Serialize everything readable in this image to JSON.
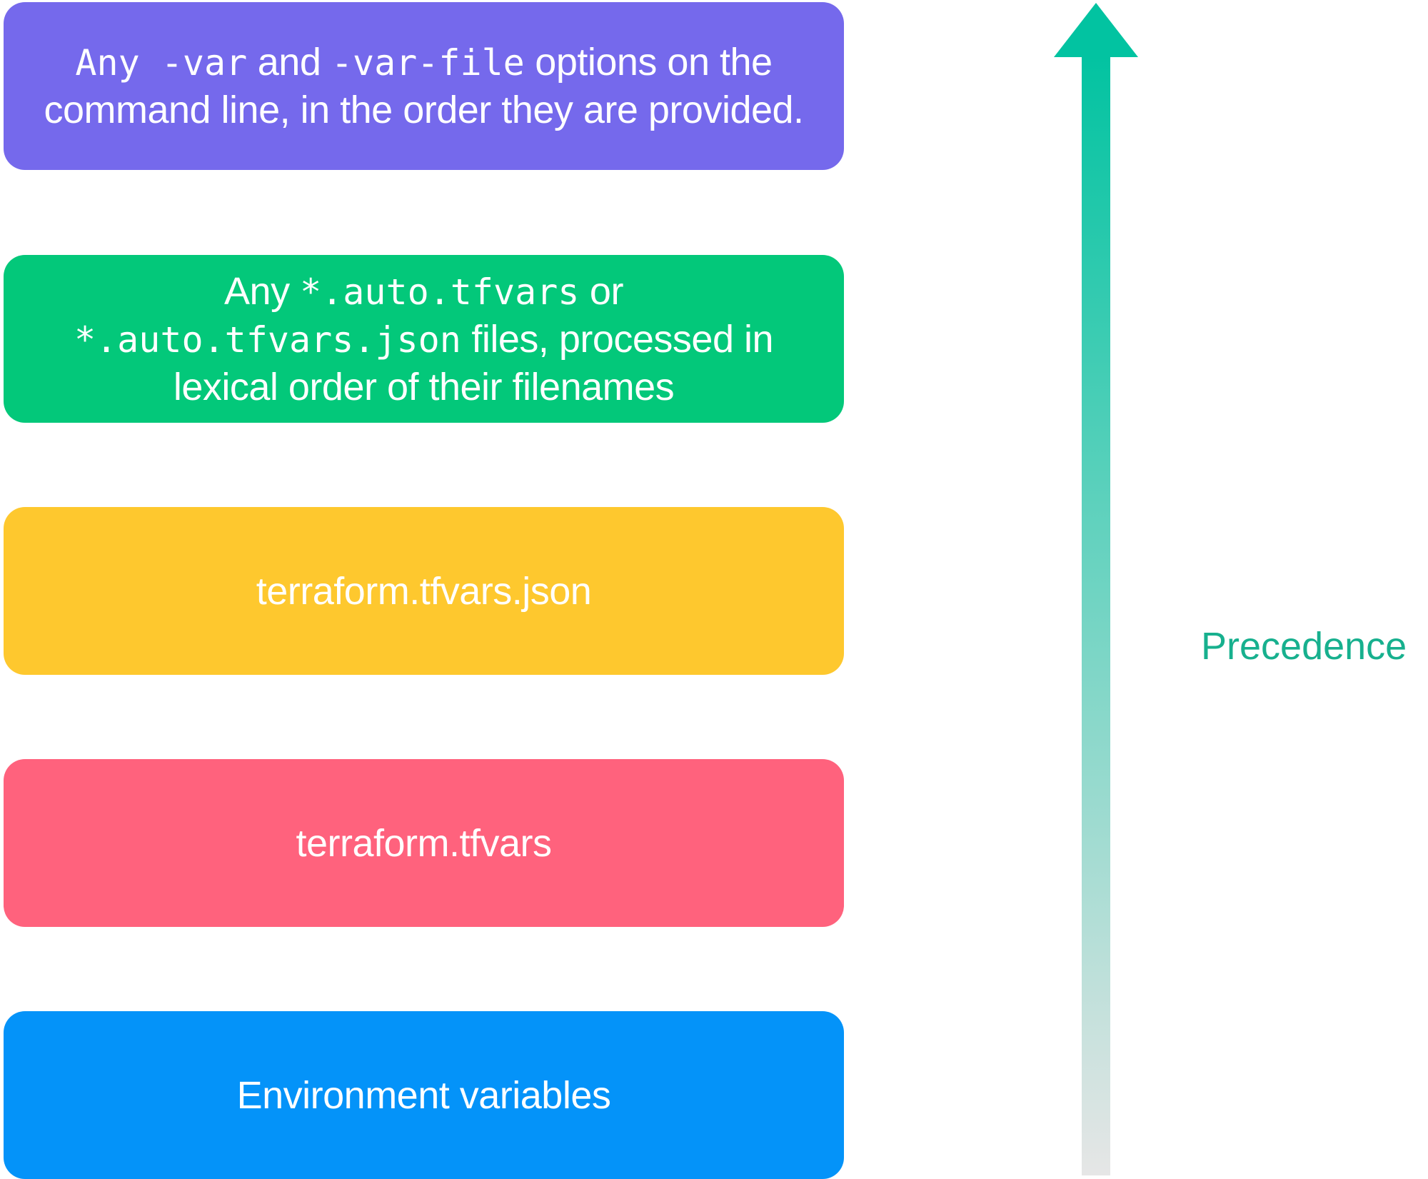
{
  "layers": [
    {
      "id": "cli",
      "color": "#7569ec",
      "parts": [
        {
          "text": "Any -var",
          "mono": true
        },
        {
          "text": " and ",
          "mono": false
        },
        {
          "text": "-var-file",
          "mono": true
        },
        {
          "text": " options on the",
          "mono": false
        },
        {
          "break": true
        },
        {
          "text": "command line, in the order they are provided.",
          "mono": false
        }
      ]
    },
    {
      "id": "auto",
      "color": "#03c87a",
      "parts": [
        {
          "text": "Any ",
          "mono": false
        },
        {
          "text": "*.auto.tfvars",
          "mono": true
        },
        {
          "text": " or",
          "mono": false
        },
        {
          "break": true
        },
        {
          "text": "*.auto.tfvars.json",
          "mono": true
        },
        {
          "text": " files, processed in",
          "mono": false
        },
        {
          "break": true
        },
        {
          "text": "lexical order of their filenames",
          "mono": false
        }
      ]
    },
    {
      "id": "json",
      "color": "#fec82e",
      "parts": [
        {
          "text": "terraform.tfvars.json",
          "mono": false
        }
      ]
    },
    {
      "id": "tfvars",
      "color": "#ff627d",
      "parts": [
        {
          "text": "terraform.tfvars",
          "mono": false
        }
      ]
    },
    {
      "id": "env",
      "color": "#0493f9",
      "parts": [
        {
          "text": "Environment variables",
          "mono": false
        }
      ]
    }
  ],
  "arrow": {
    "label": "Precedence",
    "label_color": "#17b08e",
    "color_top": "#02c3a1",
    "color_bottom": "#e6e6e6"
  }
}
